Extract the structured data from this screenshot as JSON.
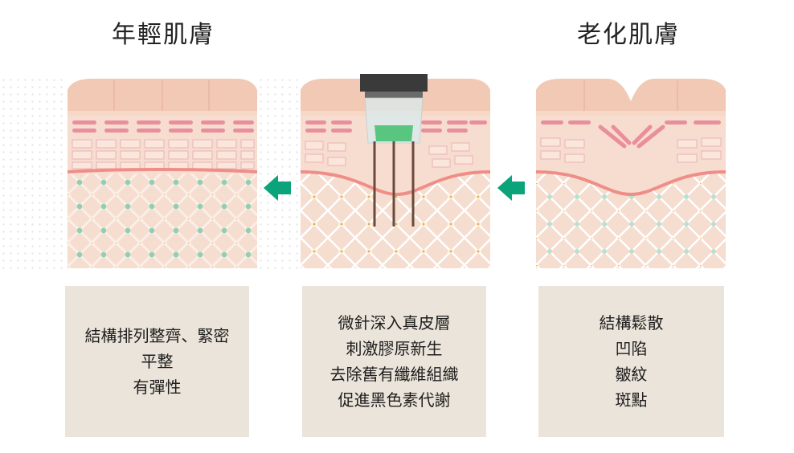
{
  "titles": {
    "young": "年輕肌膚",
    "aged": "老化肌膚"
  },
  "captions": {
    "young": [
      "結構排列整齊、緊密",
      "平整",
      "有彈性"
    ],
    "microneedle": [
      "微針深入真皮層",
      "刺激膠原新生",
      "去除舊有纖維組織",
      "促進黑色素代謝"
    ],
    "aged": [
      "結構鬆散",
      "凹陷",
      "皺紋",
      "斑點"
    ]
  },
  "icons": {
    "arrows": "arrow-left-icon",
    "device": "microneedle-device-icon"
  },
  "colors": {
    "arrow": "#0aa37a",
    "caption_bg": "#ebe4da",
    "surface": "#f1c9b4",
    "epidermis_band": "#f7dcd0",
    "dermis": "#f5ddd0",
    "fiber_node_young": "#8fcfb4",
    "fiber_node_aged": "#b9e1cf",
    "cell": "#e98f9c"
  }
}
